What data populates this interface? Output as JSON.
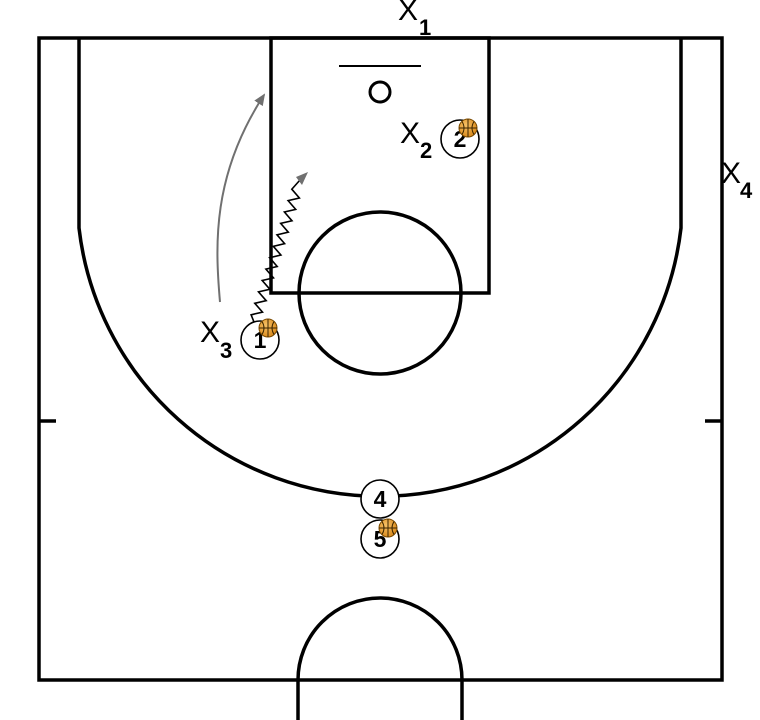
{
  "colors": {
    "court_lines": "#000000",
    "background": "#ffffff",
    "movement_arrow": "#707070",
    "ball": "#e8a33b",
    "ball_seam": "#3b2500"
  },
  "defenders": [
    {
      "id": "x1",
      "letter": "X",
      "number": "1"
    },
    {
      "id": "x2",
      "letter": "X",
      "number": "2"
    },
    {
      "id": "x3",
      "letter": "X",
      "number": "3"
    },
    {
      "id": "x4",
      "letter": "X",
      "number": "4"
    }
  ],
  "offense": [
    {
      "id": "p1",
      "number": "1",
      "has_ball": true
    },
    {
      "id": "p2",
      "number": "2",
      "has_ball": true
    },
    {
      "id": "p4",
      "number": "4",
      "has_ball": false
    },
    {
      "id": "p5",
      "number": "5",
      "has_ball": true
    }
  ],
  "actions": [
    {
      "type": "cut",
      "player": "x3",
      "style": "curved-arrow"
    },
    {
      "type": "dribble",
      "player": "p1",
      "style": "zigzag-arrow"
    }
  ]
}
